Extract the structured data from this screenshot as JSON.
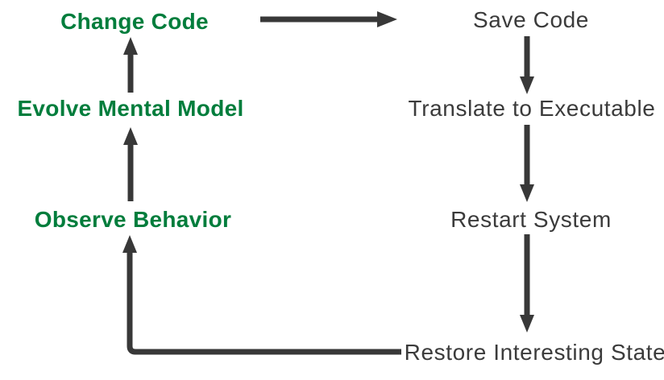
{
  "diagram": {
    "nodes": {
      "change_code": "Change Code",
      "evolve_mental_model": "Evolve Mental Model",
      "observe_behavior": "Observe Behavior",
      "save_code": "Save Code",
      "translate_to_executable": "Translate to Executable",
      "restart_system": "Restart System",
      "restore_interesting_state": "Restore Interesting State"
    },
    "edges": [
      {
        "from": "Change Code",
        "to": "Save Code"
      },
      {
        "from": "Save Code",
        "to": "Translate to Executable"
      },
      {
        "from": "Translate to Executable",
        "to": "Restart System"
      },
      {
        "from": "Restart System",
        "to": "Restore Interesting State"
      },
      {
        "from": "Restore Interesting State",
        "to": "Observe Behavior"
      },
      {
        "from": "Observe Behavior",
        "to": "Evolve Mental Model"
      },
      {
        "from": "Evolve Mental Model",
        "to": "Change Code"
      }
    ],
    "colors": {
      "mental_loop_text": "#007D3C",
      "system_steps_text": "#3B3B3B",
      "arrow": "#383838",
      "background": "#FFFFFF"
    }
  }
}
